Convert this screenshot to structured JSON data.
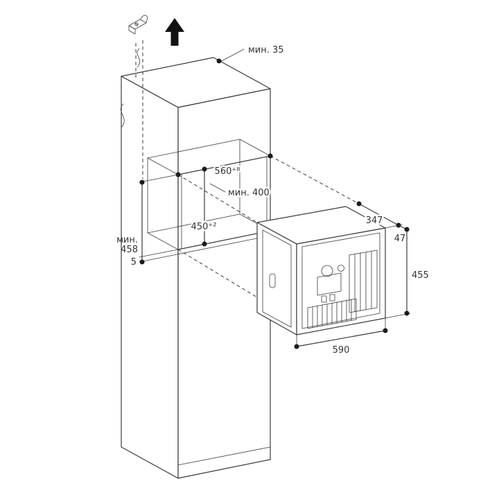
{
  "diagram": {
    "type": "appliance-installation-drawing",
    "labels": {
      "min_top_clearance": "мин. 35",
      "niche_width": "560⁺⁸",
      "niche_depth_min": "мин. 400",
      "niche_height": "450⁺²",
      "left_min_label": "мин.",
      "left_min_value": "458",
      "bottom_offset": "5",
      "appliance_depth": "347",
      "front_protrusion": "47",
      "appliance_height": "455",
      "appliance_width": "590"
    },
    "icons": {
      "up_arrow": "direction-up-arrow",
      "bracket": "fastening-bracket",
      "break_marks": "panel-break-symbol"
    },
    "colors": {
      "background": "#ffffff",
      "line": "#3a3a3a",
      "text": "#333333",
      "dot": "#1a1a1a",
      "arrow": "#111111"
    }
  }
}
